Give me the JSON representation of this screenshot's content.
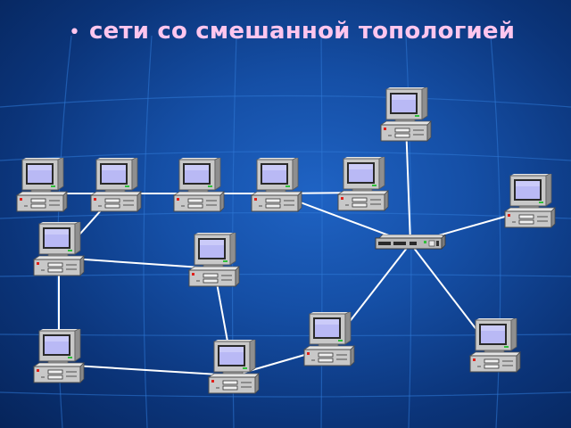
{
  "slide": {
    "bullet": "•",
    "title": "сети со смешанной топологией"
  },
  "nodes": [
    {
      "id": "pc-top-right"
    },
    {
      "id": "pc-row1-1"
    },
    {
      "id": "pc-row1-2"
    },
    {
      "id": "pc-row1-3"
    },
    {
      "id": "pc-row1-4"
    },
    {
      "id": "pc-row1-5"
    },
    {
      "id": "pc-right-mid"
    },
    {
      "id": "pc-left-mid"
    },
    {
      "id": "pc-center-mid"
    },
    {
      "id": "pc-bottom-left"
    },
    {
      "id": "pc-bottom-center"
    },
    {
      "id": "pc-bottom-mid-right"
    },
    {
      "id": "pc-bottom-right"
    },
    {
      "id": "hub"
    }
  ],
  "links": [
    [
      "pc-row1-1",
      "pc-row1-2"
    ],
    [
      "pc-row1-2",
      "pc-row1-3"
    ],
    [
      "pc-row1-3",
      "pc-row1-4"
    ],
    [
      "pc-row1-4",
      "pc-row1-5"
    ],
    [
      "pc-row1-2",
      "pc-left-mid"
    ],
    [
      "pc-left-mid",
      "pc-center-mid"
    ],
    [
      "pc-left-mid",
      "pc-bottom-left"
    ],
    [
      "pc-center-mid",
      "pc-bottom-center"
    ],
    [
      "pc-bottom-left",
      "pc-bottom-center"
    ],
    [
      "pc-bottom-center",
      "pc-bottom-mid-right"
    ],
    [
      "pc-row1-4",
      "hub"
    ],
    [
      "pc-top-right",
      "hub"
    ],
    [
      "pc-right-mid",
      "hub"
    ],
    [
      "pc-bottom-mid-right",
      "hub"
    ],
    [
      "pc-bottom-right",
      "hub"
    ]
  ],
  "colors": {
    "background": "#154fa6",
    "title": "#ffc6ee",
    "link": "#ffffff",
    "screen": "#b9b9f5",
    "case": "#c8c8c8",
    "indicator": "#e0201a"
  }
}
